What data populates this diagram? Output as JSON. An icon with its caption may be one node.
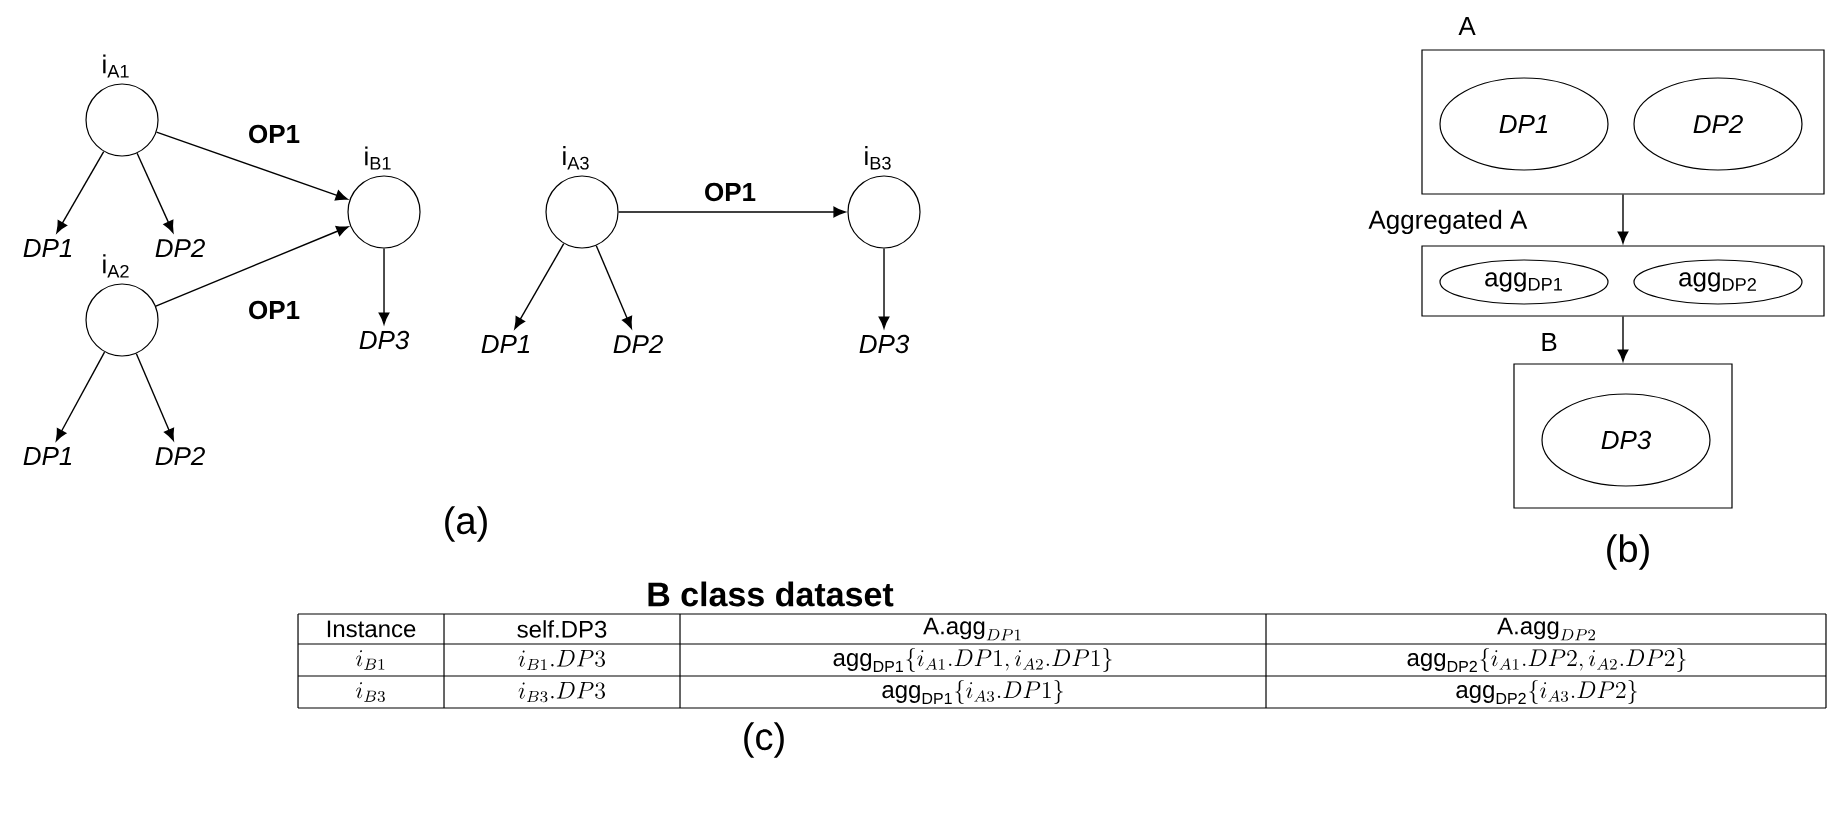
{
  "diagram": {
    "nodes": [
      {
        "text": [
          "i$_{A1}$"
        ]
      },
      {
        "text": [
          "DP1"
        ]
      },
      {
        "text": [
          "DP2"
        ]
      },
      {
        "text": [
          "i$_{A2}$"
        ]
      },
      {
        "text": [
          "DP1"
        ]
      },
      {
        "text": [
          "DP2"
        ]
      },
      {
        "text": [
          "i$_{B1}$"
        ]
      },
      {
        "text": [
          "DP3"
        ]
      },
      {
        "text": [
          "i$_{A3}$"
        ]
      },
      {
        "text": [
          "DP1"
        ]
      },
      {
        "text": [
          "DP2"
        ]
      },
      {
        "text": [
          "i$_{B3}$"
        ]
      },
      {
        "text": [
          "DP3"
        ]
      },
      {
        "text": [
          "A"
        ]
      },
      {
        "text": [
          "DP1"
        ],
        "in": 13
      },
      {
        "text": [
          "DP2"
        ],
        "in": 13
      },
      {
        "text": [
          "Aggregated A"
        ]
      },
      {
        "text": [
          "agg$_{DP1}$"
        ],
        "in": 16
      },
      {
        "text": [
          "agg$_{DP2}$"
        ],
        "in": 16
      },
      {
        "text": [
          "B"
        ]
      },
      {
        "text": [
          "DP3"
        ],
        "in": 19
      }
    ],
    "edges": [
      {
        "from": 0,
        "to": 1,
        "arrow": "to"
      },
      {
        "from": 0,
        "to": 2,
        "arrow": "to"
      },
      {
        "from": 0,
        "to": 6,
        "arrow": "to",
        "label": "OP1"
      },
      {
        "from": 3,
        "to": 4,
        "arrow": "to"
      },
      {
        "from": 3,
        "to": 5,
        "arrow": "to"
      },
      {
        "from": 3,
        "to": 6,
        "arrow": "to",
        "label": "OP1"
      },
      {
        "from": 6,
        "to": 7,
        "arrow": "to"
      },
      {
        "from": 8,
        "to": 9,
        "arrow": "to"
      },
      {
        "from": 8,
        "to": 10,
        "arrow": "to"
      },
      {
        "from": 8,
        "to": 11,
        "arrow": "to",
        "label": "OP1"
      },
      {
        "from": 11,
        "to": 12,
        "arrow": "to"
      },
      {
        "from": 13,
        "to": 16,
        "arrow": "to"
      },
      {
        "from": 16,
        "to": 19,
        "arrow": "to"
      }
    ],
    "labels": [
      "(a)",
      "(b)",
      "B class dataset",
      "Instance",
      "self.DP3",
      "\\text{A.agg}_{DP1}",
      "\\text{A.agg}_{DP2}",
      "i_{B1}",
      "i_{B1}.DP3",
      "\\text{agg}_{\\text{DP1}}\\{i_{A1}.DP1, i_{A2}.DP1\\}",
      "\\text{agg}_{\\text{DP2}}\\{i_{A1}.DP2, i_{A2}.DP2\\}",
      "i_{B3}",
      "i_{B3}.DP3",
      "\\text{agg}_{\\text{DP1}}\\{i_{A3}.DP1\\}",
      "\\text{agg}_{\\text{DP2}}\\{i_{A3}.DP2\\}",
      "(c)"
    ]
  }
}
